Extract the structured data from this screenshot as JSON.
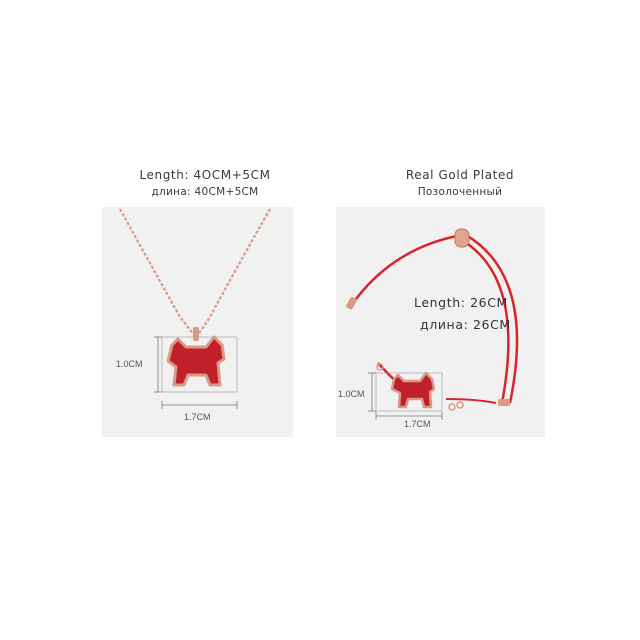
{
  "necklace": {
    "length_en": "Length: 4OCM+5CM",
    "length_ru": "длина: 40CM+5CM",
    "height_dim": "1.0CM",
    "width_dim": "1.7CM"
  },
  "bracelet": {
    "title_en": "Real Gold Plated",
    "title_ru": "Позолоченный",
    "length_en": "Length: 26CM",
    "length_ru": "длина: 26CM",
    "height_dim": "1.0CM",
    "width_dim": "1.7CM"
  },
  "colors": {
    "panel_bg": "#f1f1f1",
    "rose_gold": "#d89a84",
    "red_stone": "#c0202a",
    "cord_red": "#d8252b"
  }
}
